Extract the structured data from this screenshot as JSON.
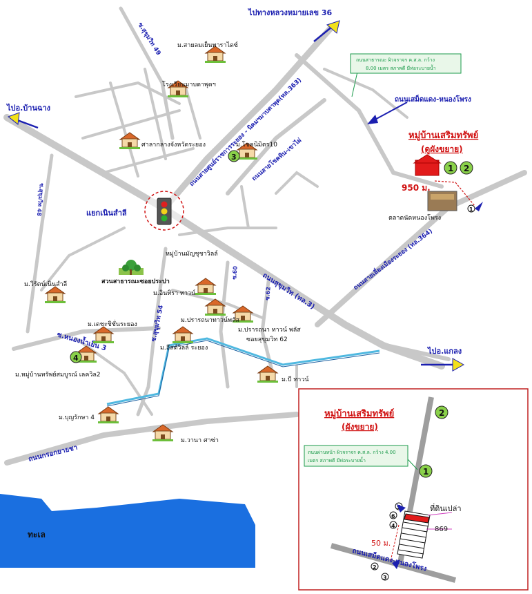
{
  "roads": {
    "to_highway_36": "ไปทางหลวงหมายเลข 36",
    "to_ban_chang": "ไปอ.บ้านฉาง",
    "to_klaeng": "ไปอ.แกลง",
    "soi_49": "ซ.สุขุมวิท 49",
    "soi_48": "ซ.สุขุมวิท 48",
    "soi_54": "ซ.สุขุมวิท 54",
    "soi_60": "ซ.60",
    "soi_62": "ซ.62",
    "nikom_road": "ถนนสายศูนย์ราชการระยอง - นิคมฯมาบตาพุด(ทล.363)",
    "chotithin_road": "ถนนสายโชคทิน-เขาไผ่",
    "sukhumvit_road": "ถนนสุขุมวิท (ทล.3)",
    "bypass_road": "ถนนสายเลี่ยงเมืองระยอง (ทล.364)",
    "samet_road": "ถนนเสม็ดแดง-หนองโพรง",
    "nong_nam_yen": "ซ.หนองน้ำเย็น 3",
    "krok_yai_cha": "ถนนกรอกยายชา",
    "sea": "ทะเล",
    "intersection": "แยกเนินสำลี",
    "distance_main": "950 ม.",
    "road_note_line1": "ถนนสาธารณะ ผิวจราจร ค.ส.ล. กว้าง",
    "road_note_line2": "8.00 เมตร สภาพดี มีท่อระบายน้ำ"
  },
  "places": {
    "salaya": "ม.สายลมเย็นพาราไดซ์",
    "school": "โรงเรียนมาบตาพุดฯ",
    "court": "ศาลากลางจังหวัดระยอง",
    "chokniti": "ม.โชคนิมิตร10",
    "target_title": "หมู่บ้านเสริมทรัพย์",
    "target_sub": "(ดูผังขยาย)",
    "market": "ตลาดนัดหนองโพรง",
    "manchuda": "หมู่บ้านมัญชุชาวิลล์",
    "park": "สวนสาธารณะซอยประปา",
    "wirat": "ม.วิรัตน์เนินสำลี",
    "inthira": "ม.อินทิรา ทาวน์",
    "prathana_plus": "ม.ปรารถนาทาวน์พลัส",
    "prathana_town": "ม.ปรารถนา ทาวน์ พลัส",
    "prathana_soi": "ซอยสุขุมวิท 62",
    "dechachit": "ม.เดชะชิชั่นระยอง",
    "eastville": "ม.อีสต์วิลล์ ระยอง",
    "moo_ban_sap": "ม.หมู่บ้านทรัพย์สมบูรณ์ เลควิล2",
    "bee_town": "ม.บี ทาวน์",
    "bunrak": "ม.บุญรักษา 4",
    "wana": "ม.วานา ศาซ่า"
  },
  "inset": {
    "title": "หมู่บ้านเสริมทรัพย์",
    "subtitle": "(ผังขยาย)",
    "note_line1": "ถนนผ่านหน้า ผิวจราจร ค.ส.ล. กว้าง 4.00",
    "note_line2": "เมตร สภาพดี มีท่อระบายน้ำ",
    "vacant_land": "ที่ดินเปล่า",
    "parcel_no": "869",
    "distance": "50 ม.",
    "road_name": "ถนนเสม็ดแดง-หนองโพรง"
  },
  "markers": {
    "m1": "1",
    "m2": "2",
    "m3": "3",
    "m4": "4",
    "m5": "5",
    "m6": "6"
  },
  "colors": {
    "road": "#c8c8c8",
    "road_label": "#1b1fb0",
    "highlight": "#d01010",
    "marker_green": "#8ad14a",
    "water": "#1a6fe0",
    "canal": "#4fb8e0",
    "note_green": "#1a9a4a"
  }
}
